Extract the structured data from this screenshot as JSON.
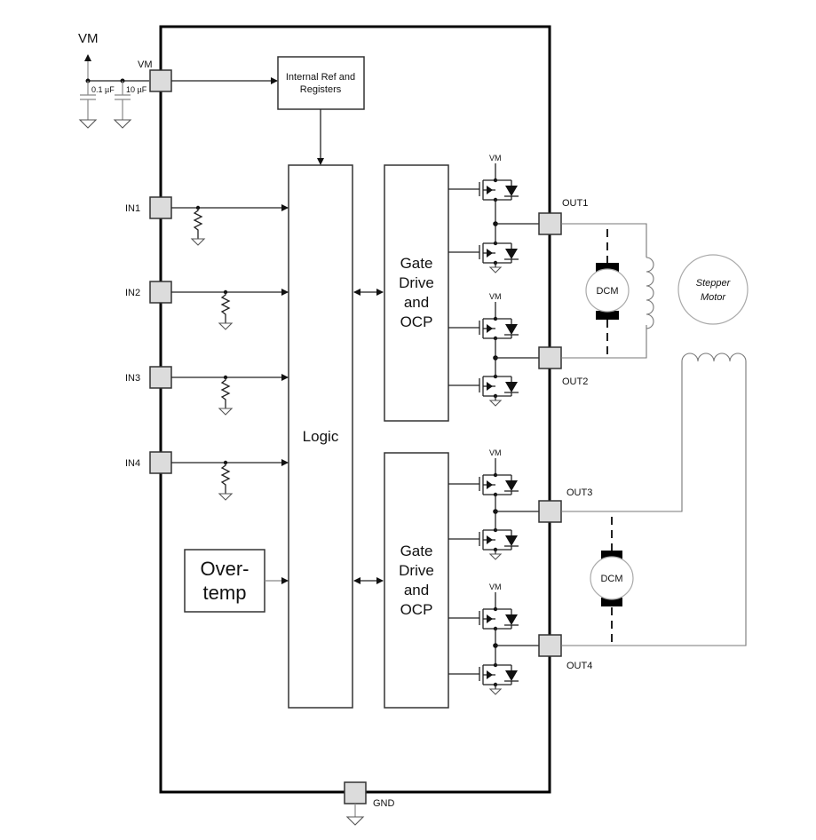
{
  "diagram": {
    "supply": {
      "rail_label": "VM",
      "pin_label": "VM",
      "capacitors": [
        "0.1 µF",
        "10 µF"
      ]
    },
    "blocks": {
      "internal_ref": [
        "Internal Ref and",
        "Registers"
      ],
      "logic": "Logic",
      "overtemp": [
        "Over-",
        "temp"
      ],
      "gate_drive_1": [
        "Gate",
        "Drive",
        "and",
        "OCP"
      ],
      "gate_drive_2": [
        "Gate",
        "Drive",
        "and",
        "OCP"
      ]
    },
    "inputs": [
      "IN1",
      "IN2",
      "IN3",
      "IN4"
    ],
    "outputs": [
      "OUT1",
      "OUT2",
      "OUT3",
      "OUT4"
    ],
    "fet_supply_label": "VM",
    "ground_label": "GND",
    "loads": {
      "dc_motor_1": "DCM",
      "dc_motor_2": "DCM",
      "stepper": [
        "Stepper",
        "Motor"
      ]
    }
  }
}
